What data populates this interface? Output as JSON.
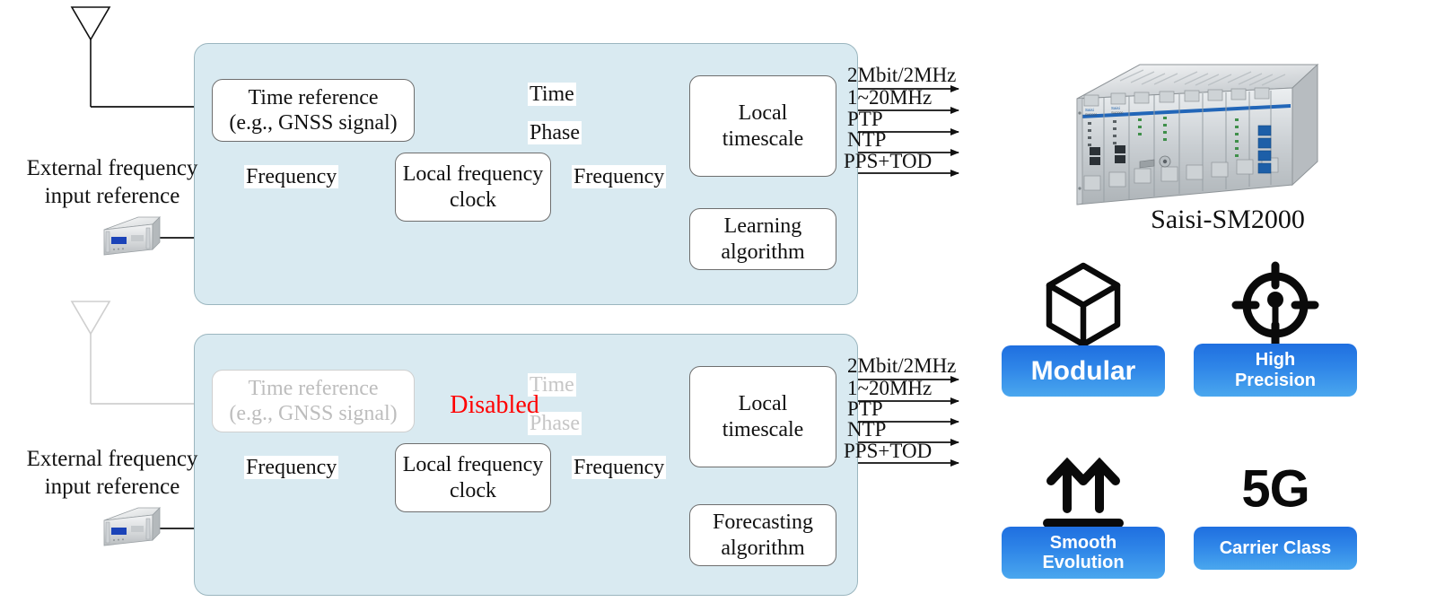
{
  "diagram": {
    "top": {
      "name": "normal-operation-panel",
      "antenna_label": "gnss-antenna",
      "external_ref_text_line1": "External frequency",
      "external_ref_text_line2": "input reference",
      "boxes": {
        "time_reference_line1": "Time reference",
        "time_reference_line2": "(e.g., GNSS signal)",
        "local_freq_clock_line1": "Local frequency",
        "local_freq_clock_line2": "clock",
        "local_timescale_line1": "Local",
        "local_timescale_line2": "timescale",
        "algorithm_line1": "Learning",
        "algorithm_line2": "algorithm"
      },
      "edge_labels": {
        "time": "Time",
        "phase": "Phase",
        "frequency_in": "Frequency",
        "frequency_out": "Frequency"
      },
      "outputs": [
        "2Mbit/2MHz",
        "1~20MHz",
        "PTP",
        "NTP",
        "PPS+TOD"
      ]
    },
    "bottom": {
      "name": "holdover-operation-panel",
      "antenna_label": "gnss-antenna-disabled",
      "external_ref_text_line1": "External frequency",
      "external_ref_text_line2": "input reference",
      "boxes": {
        "time_reference_line1": "Time reference",
        "time_reference_line2": "(e.g., GNSS signal)",
        "local_freq_clock_line1": "Local frequency",
        "local_freq_clock_line2": "clock",
        "local_timescale_line1": "Local",
        "local_timescale_line2": "timescale",
        "algorithm_line1": "Forecasting",
        "algorithm_line2": "algorithm"
      },
      "edge_labels": {
        "time": "Time",
        "phase": "Phase",
        "frequency_in": "Frequency",
        "frequency_out": "Frequency"
      },
      "disabled_badge": "Disabled",
      "outputs": [
        "2Mbit/2MHz",
        "1~20MHz",
        "PTP",
        "NTP",
        "PPS+TOD"
      ]
    }
  },
  "product": {
    "title": "Saisi-SM2000",
    "image_name": "saisi-sm2000-chassis-photo"
  },
  "features": [
    {
      "icon": "cube-icon",
      "label": "Modular",
      "label_lines": [
        "Modular"
      ]
    },
    {
      "icon": "crosshair-icon",
      "label": "High Precision",
      "label_lines": [
        "High",
        "Precision"
      ]
    },
    {
      "icon": "double-up-arrow-icon",
      "label": "Smooth Evolution",
      "label_lines": [
        "Smooth",
        "Evolution"
      ]
    },
    {
      "icon": "5g-icon",
      "label": "Carrier Class",
      "label_lines": [
        "Carrier Class"
      ],
      "icon_text": "5G"
    }
  ],
  "colors": {
    "panel_fill": "#d9eaf1",
    "panel_stroke": "#9bb6bf",
    "box_stroke": "#6e6e6e",
    "dim": "#c6c6c6",
    "disabled_text": "#ff0000",
    "badge_from": "#1f6fe0",
    "badge_to": "#4aa7ee"
  }
}
